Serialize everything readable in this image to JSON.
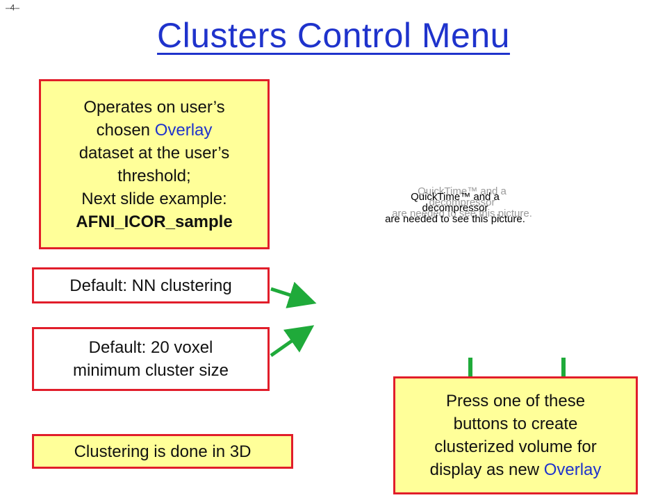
{
  "slide_number": "–4–",
  "title": "Clusters Control Menu",
  "box_operates": {
    "line1": "Operates on user’s",
    "line2_pre": "chosen ",
    "line2_highlight": "Overlay",
    "line3": "dataset at the user’s",
    "line4": "threshold;",
    "line5": "Next slide example:",
    "line6": "AFNI_ICOR_sample"
  },
  "box_nn": {
    "text": "Default: NN clustering"
  },
  "box_voxel": {
    "line1": "Default: 20 voxel",
    "line2": "minimum cluster size"
  },
  "box_3d": {
    "text": "Clustering is done in 3D"
  },
  "box_press": {
    "line1": "Press one of these",
    "line2": "buttons to create",
    "line3": "clusterized volume for",
    "line4_pre": "display as new ",
    "line4_highlight": "Overlay"
  },
  "placeholder": {
    "line1": "QuickTime™ and a",
    "line2": "decompressor",
    "line3": "are needed to see this picture."
  },
  "colors": {
    "title": "#1f33cc",
    "box_border": "#e11d2a",
    "box_fill": "#ffff99",
    "arrow": "#1faa3a"
  }
}
